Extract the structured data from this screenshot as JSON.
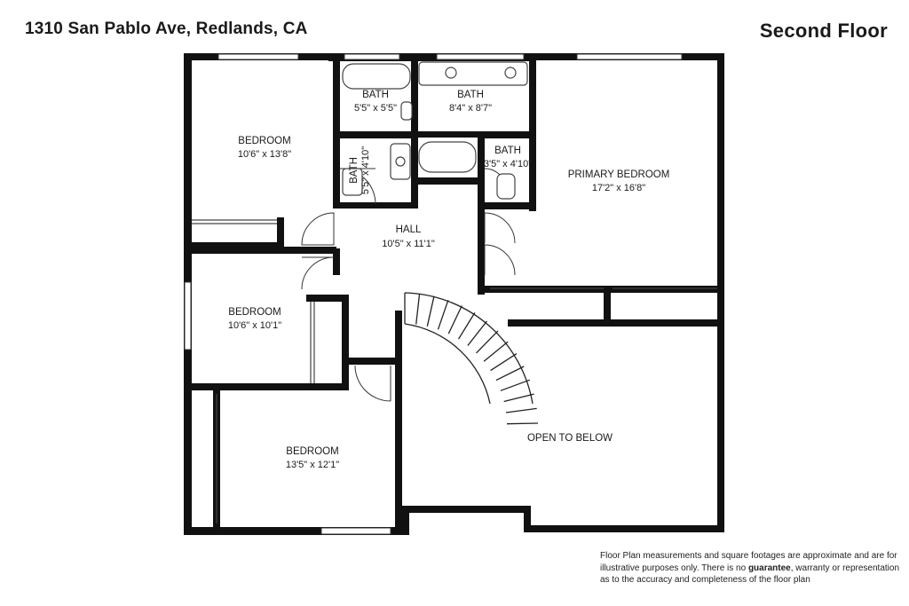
{
  "header": {
    "address": "1310 San Pablo Ave, Redlands, CA",
    "floor": "Second Floor"
  },
  "rooms": {
    "bedroom_nw": {
      "name": "BEDROOM",
      "dim": "10'6\" x 13'8\""
    },
    "bath_small": {
      "name": "BATH",
      "dim": "5'5\" x 5'5\""
    },
    "bath_main": {
      "name": "BATH",
      "dim": "8'4\" x 8'7\""
    },
    "bath_vertical": {
      "name": "BATH",
      "dim": "5'5\" x 4'10\""
    },
    "bath_primary": {
      "name": "BATH",
      "dim": "3'5\" x 4'10\""
    },
    "primary_bedroom": {
      "name": "PRIMARY BEDROOM",
      "dim": "17'2\" x 16'8\""
    },
    "hall": {
      "name": "HALL",
      "dim": "10'5\" x 11'1\""
    },
    "bedroom_w": {
      "name": "BEDROOM",
      "dim": "10'6\" x 10'1\""
    },
    "bedroom_sw": {
      "name": "BEDROOM",
      "dim": "13'5\" x 12'1\""
    },
    "open_below": {
      "name": "OPEN TO BELOW",
      "dim": ""
    }
  },
  "disclaimer": {
    "line1": "Floor Plan measurements and square footages are approximate and are for",
    "line2a": "illustrative purposes only. There is no ",
    "line2b": "guarantee",
    "line2c": ", warranty or representation",
    "line3": "as to the accuracy and completeness of the floor plan"
  }
}
